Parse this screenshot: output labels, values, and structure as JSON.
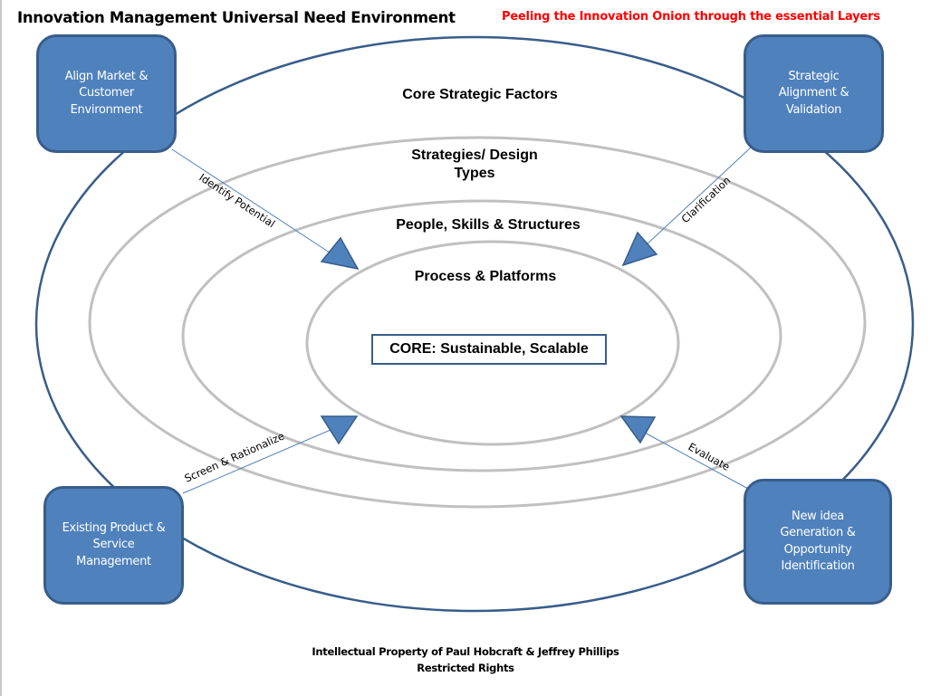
{
  "header": {
    "title": "Innovation Management Universal Need Environment",
    "subtitle": "Peeling the Innovation Onion through the essential Layers",
    "subtitle_color": "#ff0000"
  },
  "layers": [
    {
      "label": "Core Strategic Factors"
    },
    {
      "label": "Strategies/ Design\nTypes"
    },
    {
      "label": "People, Skills & Structures"
    },
    {
      "label": "Process & Platforms"
    }
  ],
  "core": {
    "label": "CORE: Sustainable, Scalable"
  },
  "corner_boxes": {
    "top_left": "Align Market &\nCustomer\nEnvironment",
    "top_right": "Strategic\nAlignment &\nValidation",
    "bottom_left": "Existing Product &\nService\nManagement",
    "bottom_right": "New idea\nGeneration &\nOpportunity\nIdentification"
  },
  "connectors": {
    "top_left": "Identify Potential",
    "top_right": "Clarification",
    "bottom_left": "Screen & Rationalize",
    "bottom_right": "Evaluate"
  },
  "footer": {
    "line1": "Intellectual Property of Paul Hobcraft & Jeffrey Phillips",
    "line2": "Restricted Rights"
  },
  "colors": {
    "box_fill": "#4f81bd",
    "box_border": "#385d8a",
    "outer_ring": "#385d8a",
    "inner_rings": "#c0c0c0",
    "connector_line": "#4f81bd"
  }
}
